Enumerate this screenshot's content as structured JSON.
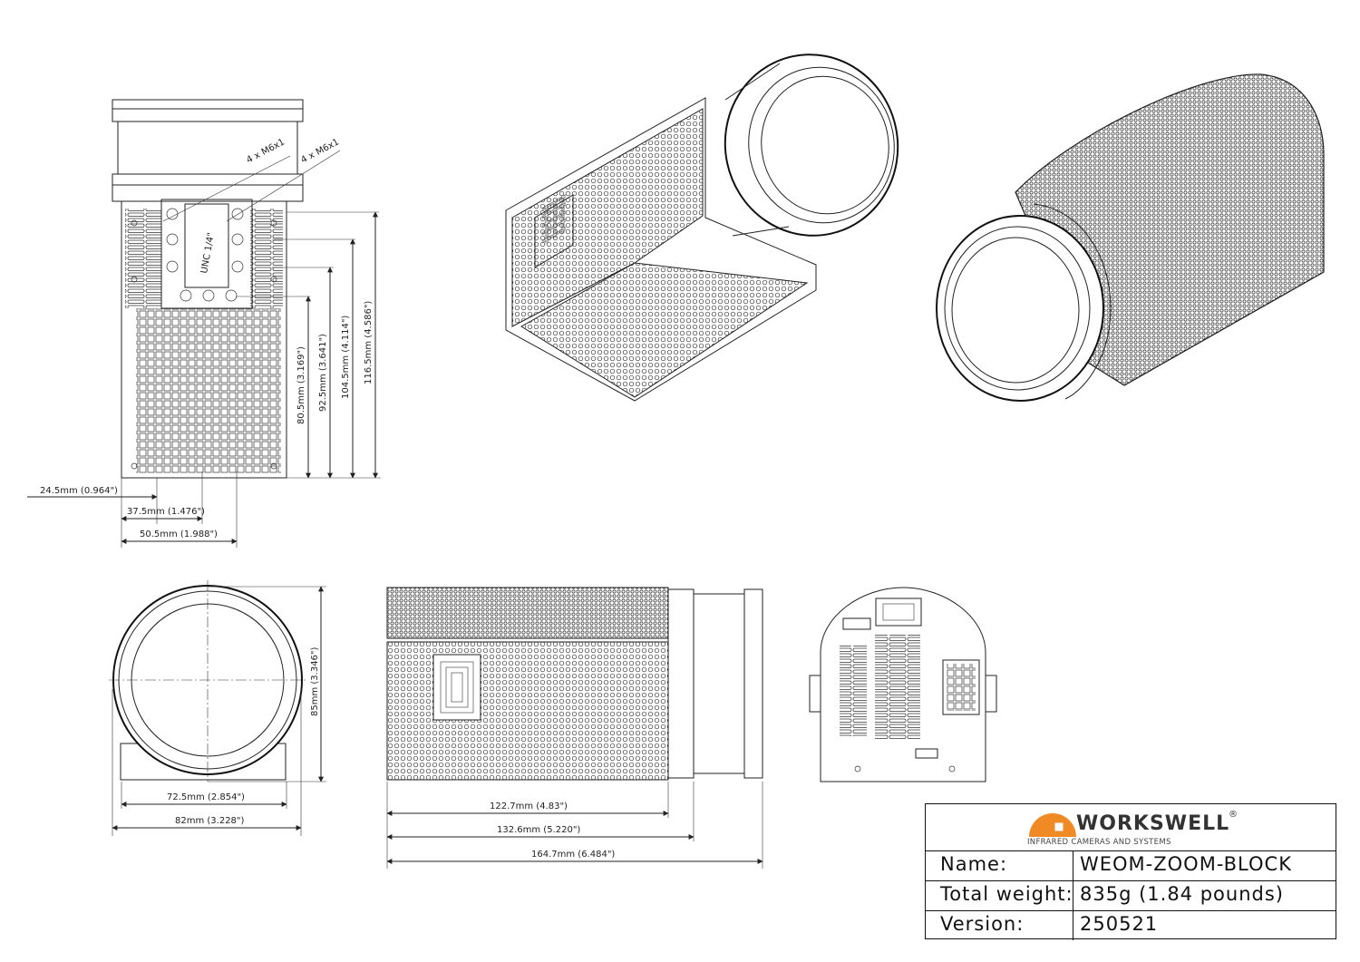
{
  "annotations": {
    "thread_a": "4 x M6x1",
    "thread_b": "4 x M6x1",
    "unc": "UNC 1/4\""
  },
  "dimensions": {
    "d1": "80.5mm (3.169\")",
    "d2": "92.5mm (3.641\")",
    "d3": "104.5mm (4.114\")",
    "d4": "116.5mm (4.586\")",
    "d5": "24.5mm (0.964\")",
    "d6": "37.5mm (1.476\")",
    "d7": "50.5mm (1.988\")",
    "d8": "85mm (3.346\")",
    "d9": "72.5mm (2.854\")",
    "d10": "82mm (3.228\")",
    "d11": "122.7mm (4.83\")",
    "d12": "132.6mm (5.220\")",
    "d13": "164.7mm (6.484\")"
  },
  "title_block": {
    "brand": "WORKSWELL",
    "registered": "®",
    "tagline": "INFRARED CAMERAS AND SYSTEMS",
    "name_label": "Name:",
    "name_value": "WEOM-ZOOM-BLOCK",
    "weight_label": "Total weight:",
    "weight_value": "835g (1.84 pounds)",
    "version_label": "Version:",
    "version_value": "250521"
  },
  "colors": {
    "logo_orange": "#f08a24",
    "line": "#222222"
  }
}
